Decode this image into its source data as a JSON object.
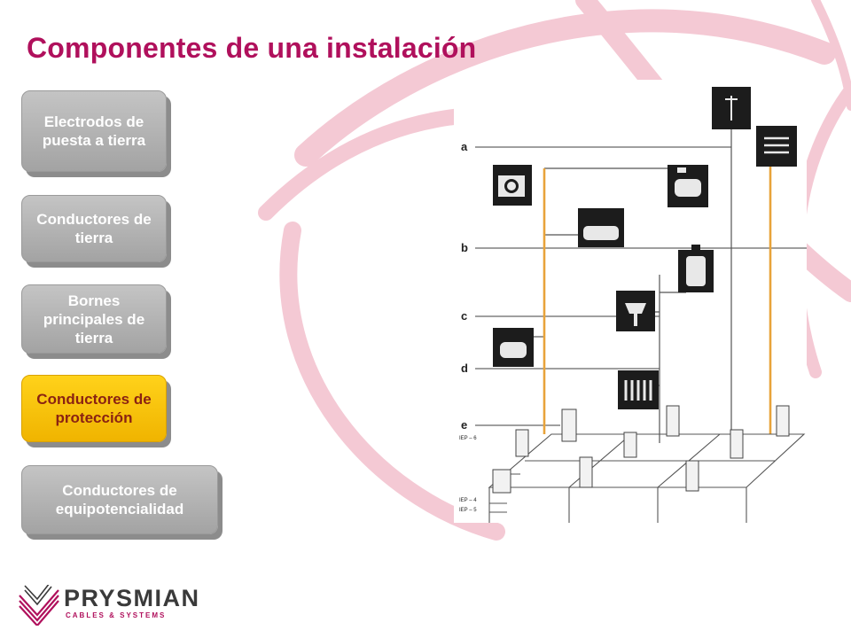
{
  "slide": {
    "title": "Componentes de una instalación"
  },
  "nav": {
    "items": [
      {
        "label": "Electrodos de puesta a tierra",
        "active": false
      },
      {
        "label": "Conductores de tierra",
        "active": false
      },
      {
        "label": "Bornes principales de tierra",
        "active": false
      },
      {
        "label": "Conductores de protección",
        "active": true
      },
      {
        "label": "Conductores de equipotencialidad",
        "active": false
      }
    ],
    "active_color": "#f5c100",
    "inactive_color": "#b3b3b3"
  },
  "diagram": {
    "line_labels": [
      "a",
      "b",
      "c",
      "d",
      "e"
    ],
    "footer_labels": [
      "IEP – 6",
      "IEP – 4",
      "IEP – 5"
    ],
    "protection_conductor_color": "#e8a33a"
  },
  "brand": {
    "name": "PRYSMIAN",
    "tagline": "CABLES & SYSTEMS",
    "accent_color": "#b0105c"
  }
}
